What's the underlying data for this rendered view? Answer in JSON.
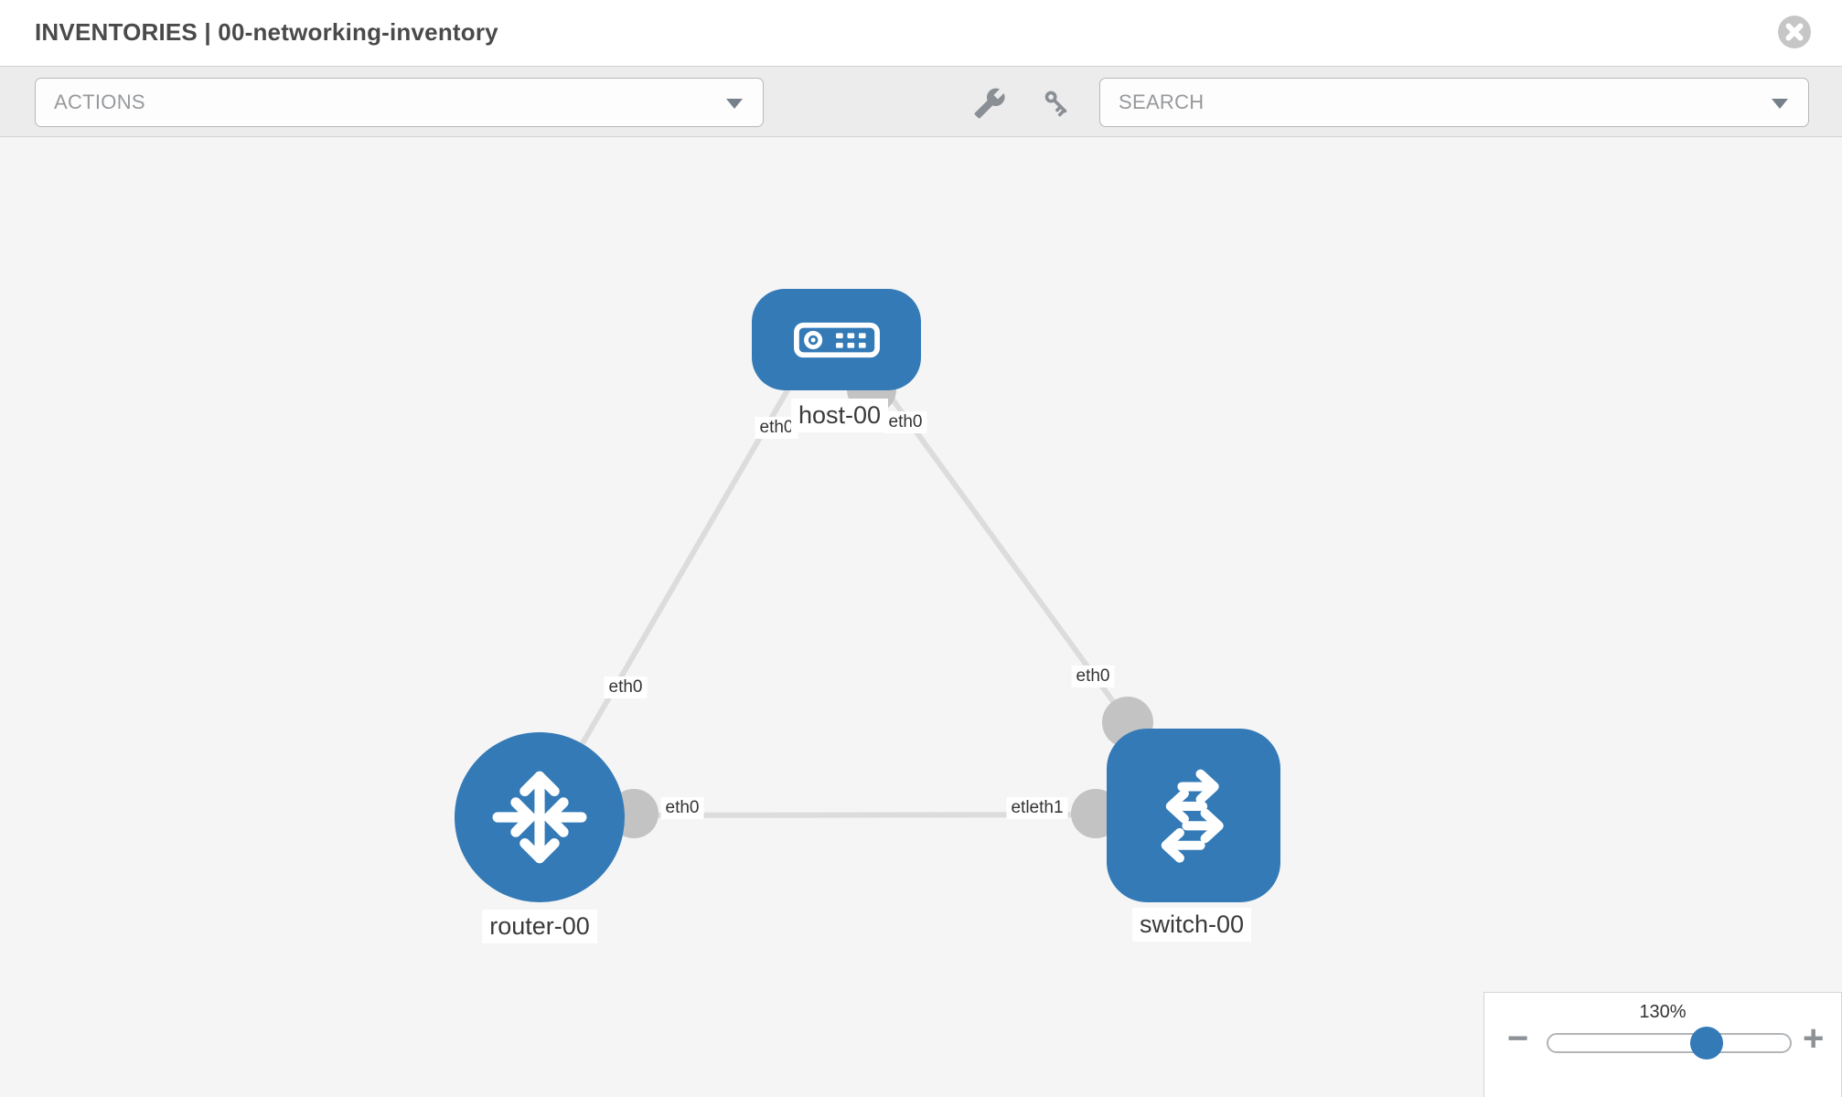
{
  "header": {
    "title": "INVENTORIES | 00-networking-inventory"
  },
  "toolbar": {
    "actions_label": "ACTIONS",
    "search_label": "SEARCH",
    "icons": [
      "wrench-icon",
      "key-icon"
    ]
  },
  "topology": {
    "nodes": [
      {
        "label": "host-00",
        "type": "host"
      },
      {
        "label": "router-00",
        "type": "router"
      },
      {
        "label": "switch-00",
        "type": "switch"
      }
    ],
    "links": [
      {
        "from": "host-00",
        "to": "router-00",
        "from_interface": "eth0",
        "to_interface": "eth0"
      },
      {
        "from": "host-00",
        "to": "switch-00",
        "from_interface": "eth0",
        "to_interface": "eth0"
      },
      {
        "from": "router-00",
        "to": "switch-00",
        "from_interface": "eth0",
        "to_interface": "eth1"
      }
    ],
    "link_labels": [
      {
        "text": "eth0"
      },
      {
        "text": "eth0"
      },
      {
        "text": "eth0"
      },
      {
        "text": "eth0"
      },
      {
        "text": "eth0"
      },
      {
        "text": "etleth1"
      }
    ]
  },
  "zoom_control": {
    "value": "130%",
    "percent": 130,
    "minus_label": "−",
    "plus_label": "+"
  },
  "colors": {
    "node_blue": "#337ab7",
    "link_gray": "#dcdcdc",
    "port_gray": "#c3c3c3",
    "toolbar_bg": "#ececec",
    "canvas_bg": "#f5f5f5",
    "icon_gray": "#8a8f95"
  }
}
